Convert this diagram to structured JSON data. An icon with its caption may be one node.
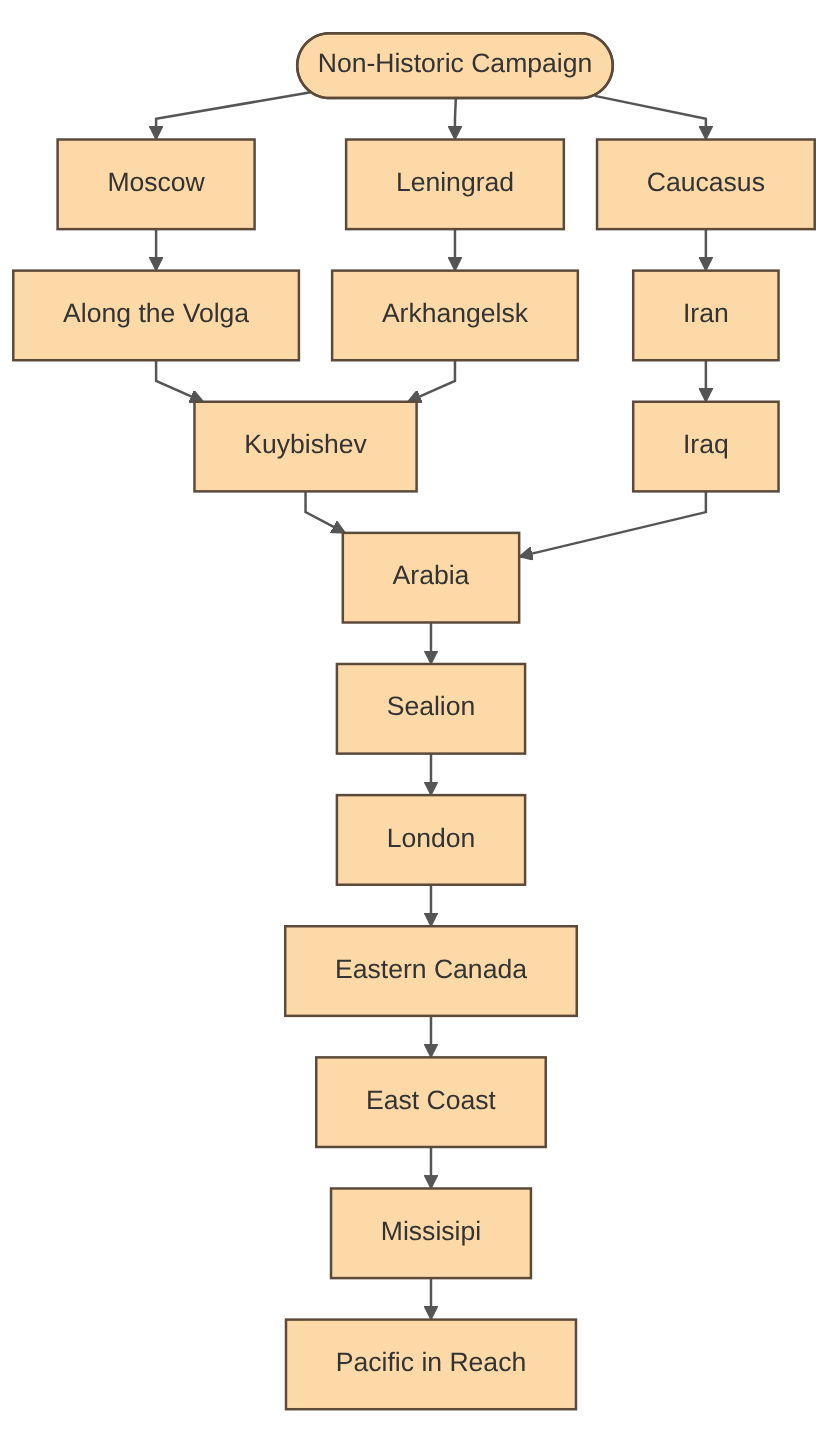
{
  "diagram": {
    "nodes": [
      {
        "text": [
          "Non-Historic Campaign"
        ]
      },
      {
        "text": [
          "Moscow"
        ]
      },
      {
        "text": [
          "Leningrad"
        ]
      },
      {
        "text": [
          "Caucasus"
        ]
      },
      {
        "text": [
          "Along the Volga"
        ]
      },
      {
        "text": [
          "Arkhangelsk"
        ]
      },
      {
        "text": [
          "Iran"
        ]
      },
      {
        "text": [
          "Kuybishev"
        ]
      },
      {
        "text": [
          "Iraq"
        ]
      },
      {
        "text": [
          "Arabia"
        ]
      },
      {
        "text": [
          "Sealion"
        ]
      },
      {
        "text": [
          "London"
        ]
      },
      {
        "text": [
          "Eastern Canada"
        ]
      },
      {
        "text": [
          "East Coast"
        ]
      },
      {
        "text": [
          "Missisipi"
        ]
      },
      {
        "text": [
          "Pacific in Reach"
        ]
      }
    ],
    "edges": [
      {
        "from": 0,
        "to": 1,
        "arrow": "to"
      },
      {
        "from": 0,
        "to": 2,
        "arrow": "to"
      },
      {
        "from": 0,
        "to": 3,
        "arrow": "to"
      },
      {
        "from": 1,
        "to": 4,
        "arrow": "to"
      },
      {
        "from": 2,
        "to": 5,
        "arrow": "to"
      },
      {
        "from": 3,
        "to": 6,
        "arrow": "to"
      },
      {
        "from": 4,
        "to": 7,
        "arrow": "to"
      },
      {
        "from": 5,
        "to": 7,
        "arrow": "to"
      },
      {
        "from": 6,
        "to": 8,
        "arrow": "to"
      },
      {
        "from": 7,
        "to": 9,
        "arrow": "to"
      },
      {
        "from": 8,
        "to": 9,
        "arrow": "to"
      },
      {
        "from": 9,
        "to": 10,
        "arrow": "to"
      },
      {
        "from": 10,
        "to": 11,
        "arrow": "to"
      },
      {
        "from": 11,
        "to": 12,
        "arrow": "to"
      },
      {
        "from": 12,
        "to": 13,
        "arrow": "to"
      },
      {
        "from": 13,
        "to": 14,
        "arrow": "to"
      },
      {
        "from": 14,
        "to": 15,
        "arrow": "to"
      }
    ]
  }
}
